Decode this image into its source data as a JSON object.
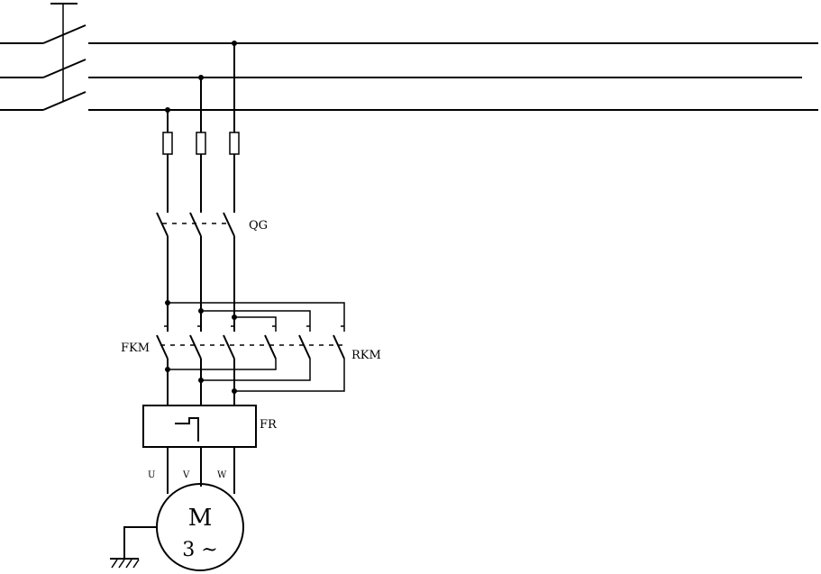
{
  "labels": {
    "qg": "QG",
    "fkm": "FKM",
    "rkm": "RKM",
    "fr": "FR",
    "terminal_u": "U",
    "terminal_v": "V",
    "terminal_w": "W",
    "motor_letter": "M",
    "motor_phase": "3 ~"
  }
}
